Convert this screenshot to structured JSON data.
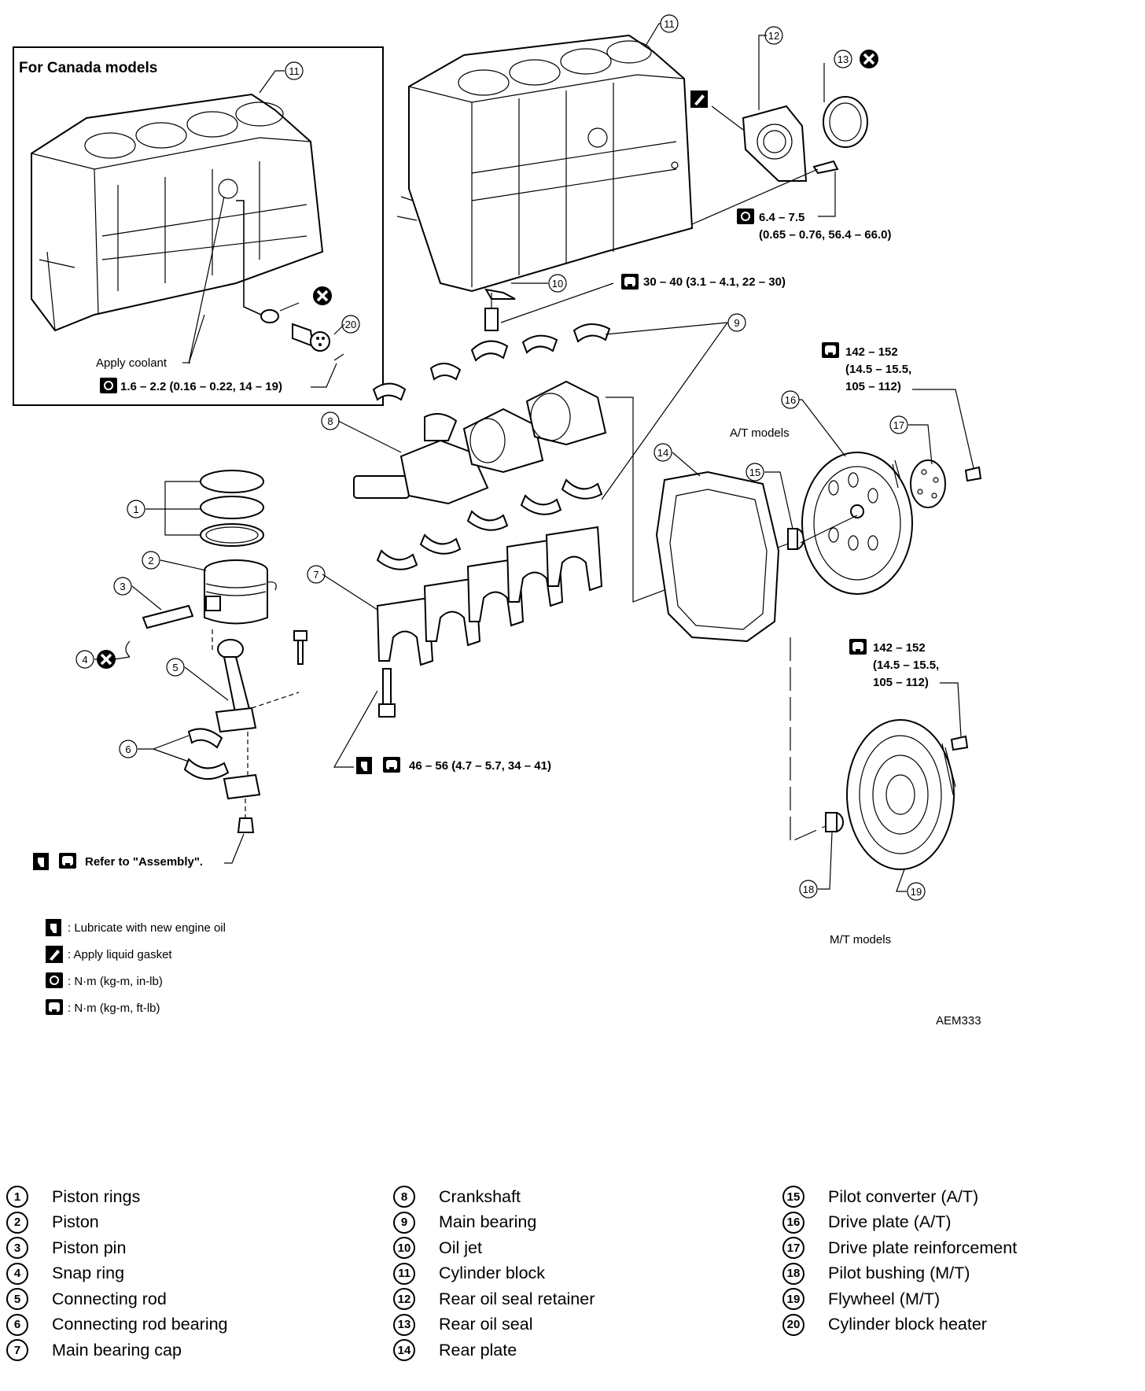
{
  "inset": {
    "title": "For Canada models",
    "apply_coolant": "Apply coolant",
    "heater_torque": "1.6 – 2.2 (0.16 – 0.22, 14 – 19)"
  },
  "callouts": {
    "c1": "1",
    "c2": "2",
    "c3": "3",
    "c4": "4",
    "c5": "5",
    "c6": "6",
    "c7": "7",
    "c8": "8",
    "c9": "9",
    "c10": "10",
    "c11": "11",
    "c12": "12",
    "c13": "13",
    "c14": "14",
    "c15": "15",
    "c16": "16",
    "c17": "17",
    "c18": "18",
    "c19": "19",
    "c20": "20"
  },
  "torques": {
    "retainer_bolt_1": "6.4 – 7.5",
    "retainer_bolt_2": "(0.65 – 0.76, 56.4 – 66.0)",
    "oil_jet": "30 – 40 (3.1 – 4.1, 22 – 30)",
    "drive_plate_1": "142 – 152",
    "drive_plate_2": "(14.5 – 15.5,",
    "drive_plate_3": "105 – 112)",
    "flywheel_1": "142 – 152",
    "flywheel_2": "(14.5 – 15.5,",
    "flywheel_3": "105 – 112)",
    "main_cap_bolt": "46 – 56 (4.7 – 5.7, 34 – 41)",
    "conrod_nut": "Refer to \"Assembly\"."
  },
  "labels": {
    "at_models": "A/T models",
    "mt_models": "M/T models",
    "figure_id": "AEM333"
  },
  "symbol_key": [
    {
      "icon": "oil-can-icon",
      "text": ": Lubricate with new engine oil"
    },
    {
      "icon": "liquid-gasket-icon",
      "text": ": Apply liquid gasket"
    },
    {
      "icon": "torque-wrench-filled-icon",
      "text": ": N·m (kg-m, in-lb)"
    },
    {
      "icon": "torque-wrench-outline-icon",
      "text": ": N·m (kg-m, ft-lb)"
    }
  ],
  "parts_legend": [
    {
      "num": "1",
      "name": "Piston rings"
    },
    {
      "num": "2",
      "name": "Piston"
    },
    {
      "num": "3",
      "name": "Piston pin"
    },
    {
      "num": "4",
      "name": "Snap ring"
    },
    {
      "num": "5",
      "name": "Connecting rod"
    },
    {
      "num": "6",
      "name": "Connecting rod bearing"
    },
    {
      "num": "7",
      "name": "Main bearing cap"
    },
    {
      "num": "8",
      "name": "Crankshaft"
    },
    {
      "num": "9",
      "name": "Main bearing"
    },
    {
      "num": "10",
      "name": "Oil jet"
    },
    {
      "num": "11",
      "name": "Cylinder block"
    },
    {
      "num": "12",
      "name": "Rear oil seal retainer"
    },
    {
      "num": "13",
      "name": "Rear oil seal"
    },
    {
      "num": "14",
      "name": "Rear plate"
    },
    {
      "num": "15",
      "name": "Pilot converter (A/T)"
    },
    {
      "num": "16",
      "name": "Drive plate (A/T)"
    },
    {
      "num": "17",
      "name": "Drive plate reinforcement"
    },
    {
      "num": "18",
      "name": "Pilot bushing (M/T)"
    },
    {
      "num": "19",
      "name": "Flywheel (M/T)"
    },
    {
      "num": "20",
      "name": "Cylinder block heater"
    }
  ]
}
